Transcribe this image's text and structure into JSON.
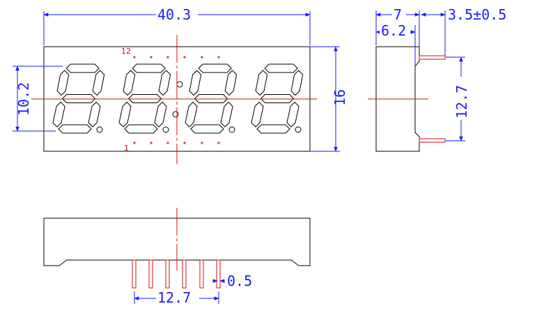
{
  "colors": {
    "outline": "#000000",
    "dimension": "#1a1aff",
    "centerline": "#d01010",
    "pin": "#d01010"
  },
  "front_view": {
    "digit_count": 4,
    "dims": {
      "width": "40.3",
      "digit_height": "10.2",
      "height": "16"
    },
    "pin_labels": {
      "top": "12",
      "bottom": "1"
    }
  },
  "side_view": {
    "dims": {
      "depth": "7",
      "body_depth": "6.2",
      "lead_length": "3.5±0.5",
      "row_spacing": "12.7"
    }
  },
  "bottom_view": {
    "dims": {
      "pin_width": "0.5",
      "pin_span": "12.7"
    }
  }
}
